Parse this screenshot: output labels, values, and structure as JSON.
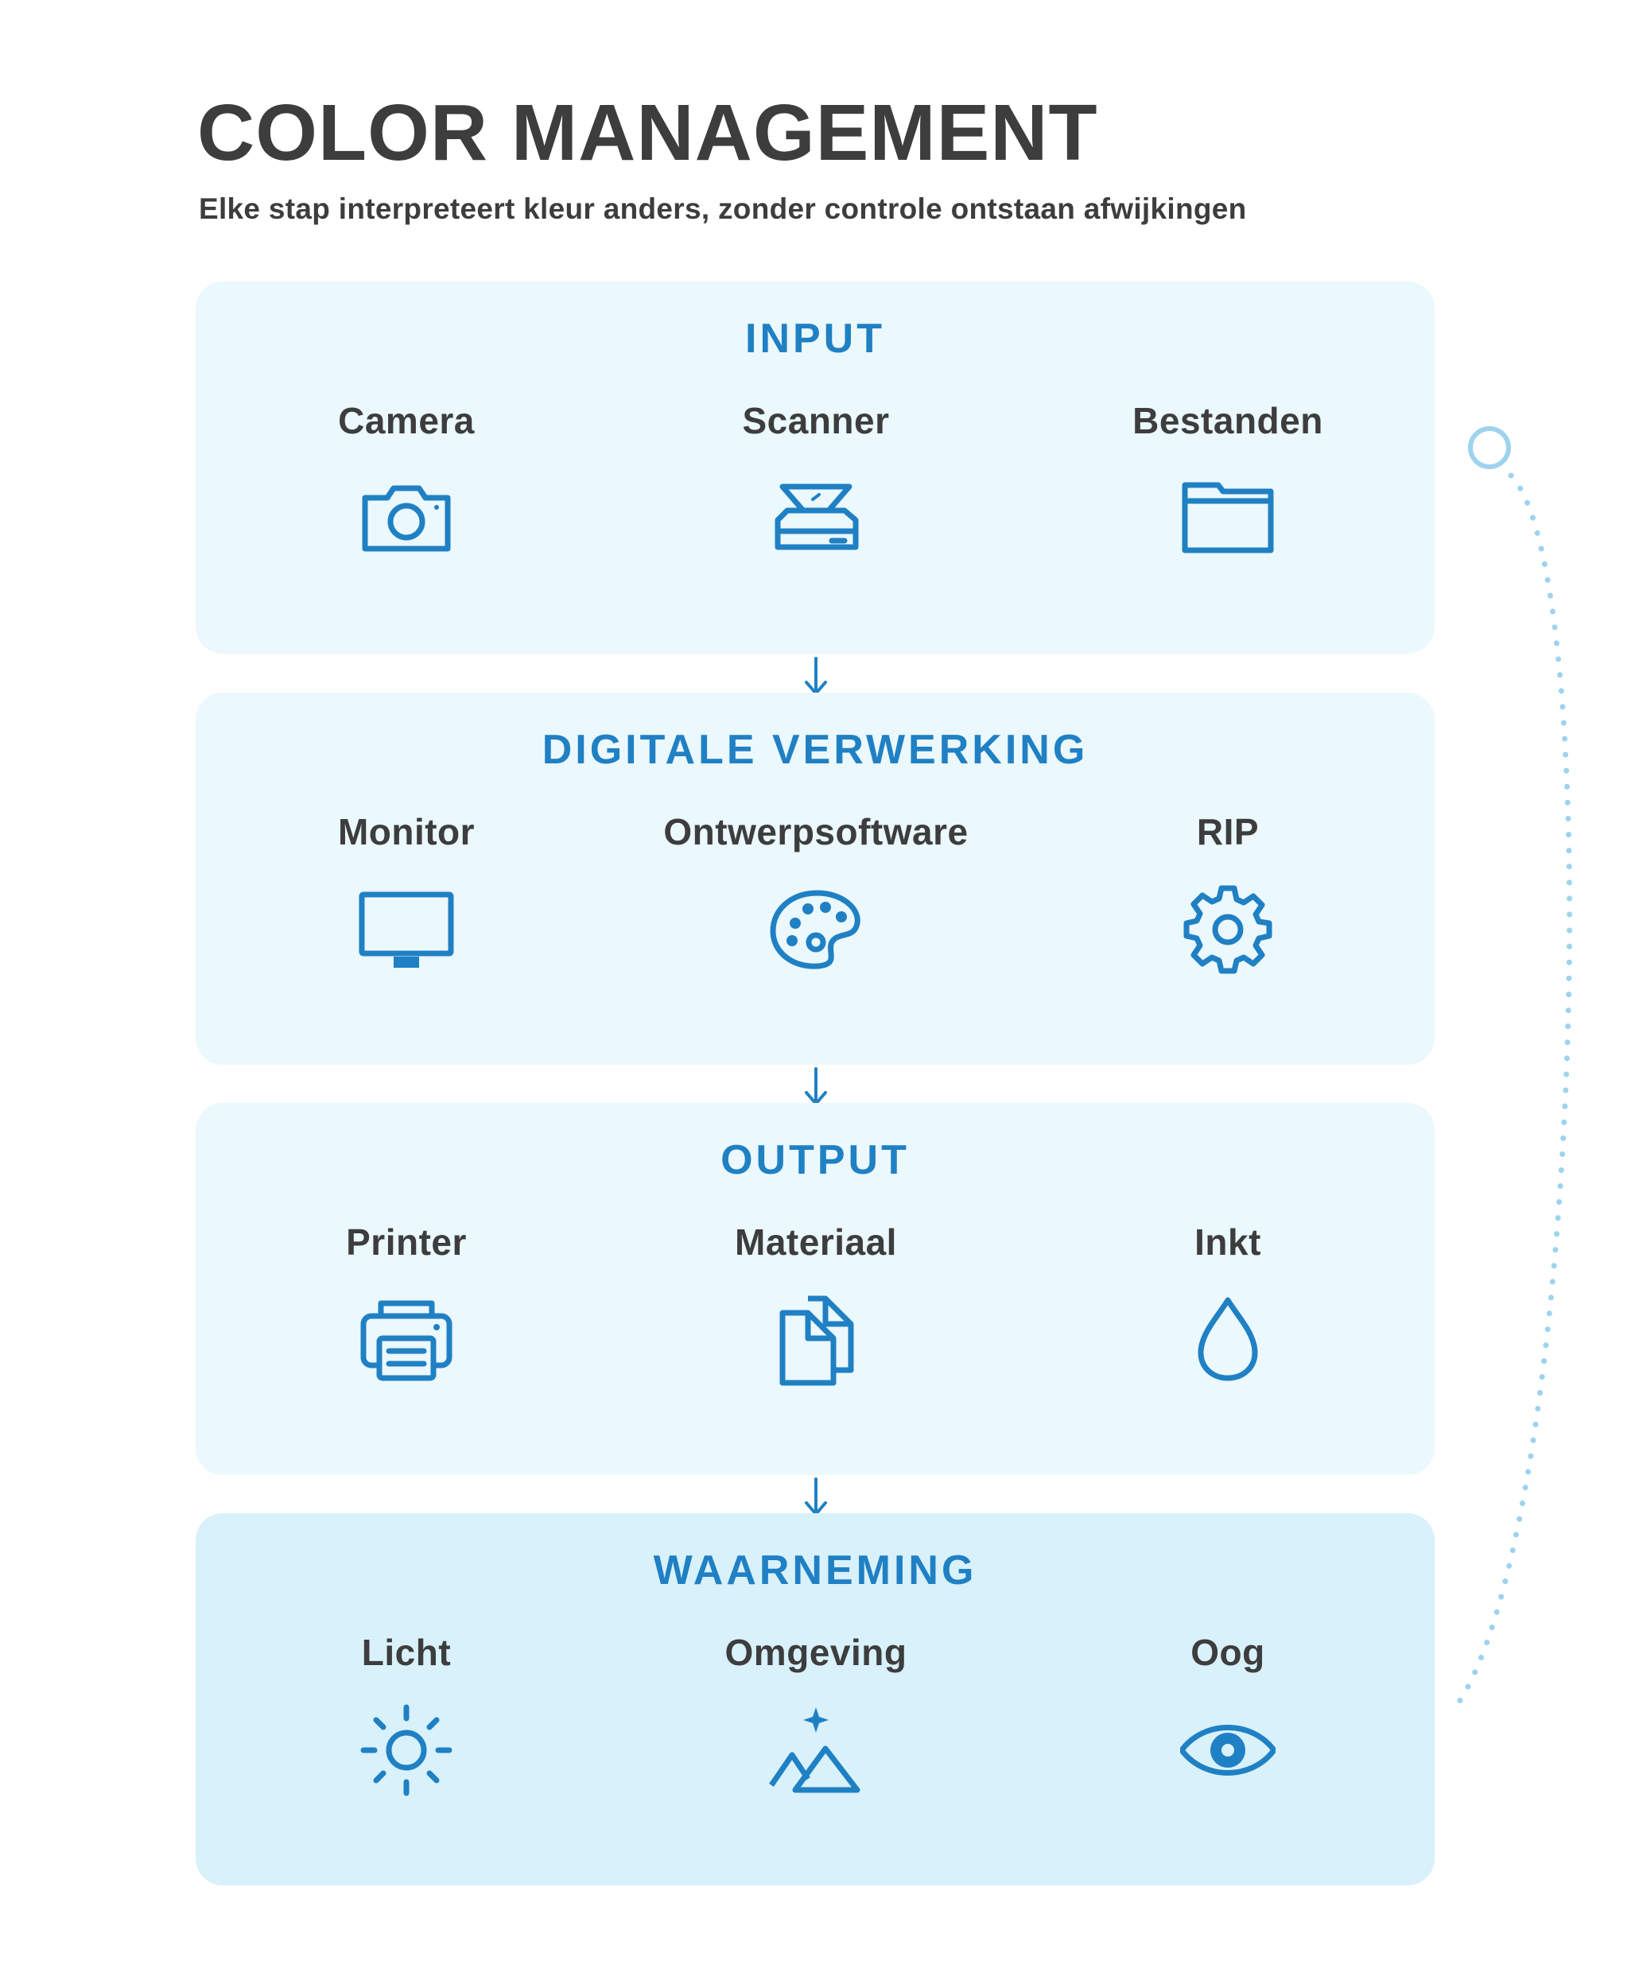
{
  "header": {
    "title": "COLOR MANAGEMENT",
    "subtitle": "Elke stap interpreteert kleur anders, zonder controle ontstaan afwijkingen"
  },
  "colors": {
    "accent": "#2080c4",
    "text": "#3d3d3d",
    "panel": "#ebf8fd",
    "panel_last": "#d8f1fb",
    "dots": "#9ed3ef"
  },
  "stages": [
    {
      "title": "INPUT",
      "items": [
        {
          "label": "Camera",
          "icon": "camera-icon"
        },
        {
          "label": "Scanner",
          "icon": "scanner-icon"
        },
        {
          "label": "Bestanden",
          "icon": "folder-icon"
        }
      ]
    },
    {
      "title": "DIGITALE VERWERKING",
      "items": [
        {
          "label": "Monitor",
          "icon": "monitor-icon"
        },
        {
          "label": "Ontwerpsoftware",
          "icon": "palette-icon"
        },
        {
          "label": "RIP",
          "icon": "gear-icon"
        }
      ]
    },
    {
      "title": "OUTPUT",
      "items": [
        {
          "label": "Printer",
          "icon": "printer-icon"
        },
        {
          "label": "Materiaal",
          "icon": "documents-icon"
        },
        {
          "label": "Inkt",
          "icon": "ink-drop-icon"
        }
      ]
    },
    {
      "title": "WAARNEMING",
      "items": [
        {
          "label": "Licht",
          "icon": "sun-icon"
        },
        {
          "label": "Omgeving",
          "icon": "landscape-icon"
        },
        {
          "label": "Oog",
          "icon": "eye-icon"
        }
      ]
    }
  ]
}
